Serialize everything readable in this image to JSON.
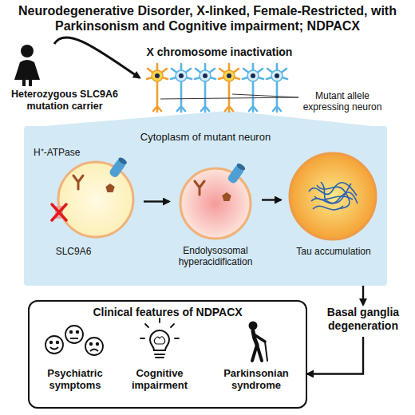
{
  "diagram": {
    "title": "Neurodegenerative Disorder, X-linked, Female-Restricted, with Parkinsonism and Cognitive impairment; NDPACX",
    "nodes": [
      {
        "text": [
          "Heterozygous SLC9A6 mutation carrier"
        ]
      },
      {
        "text": [
          "X chromosome inactivation"
        ]
      },
      {
        "text": [
          "Cytoplasm of mutant neuron"
        ]
      },
      {
        "text": [
          "H⁺-ATPase",
          "SLC9A6"
        ],
        "in": 2
      },
      {
        "text": [
          "Endolysosomal hyperacidification"
        ],
        "in": 2
      },
      {
        "text": [
          "Tau accumulation"
        ],
        "in": 2
      },
      {
        "text": [
          "Basal ganglia degeneration"
        ]
      },
      {
        "text": [
          "Clinical features of NDPACX"
        ]
      }
    ],
    "edges": [
      {
        "from": 0,
        "to": 1,
        "arrow": "to"
      },
      {
        "from": 3,
        "to": 4,
        "arrow": "to"
      },
      {
        "from": 4,
        "to": 5,
        "arrow": "to"
      },
      {
        "from": 2,
        "to": 6,
        "arrow": "to"
      },
      {
        "from": 6,
        "to": 7,
        "arrow": "to"
      }
    ],
    "labels": [
      "Mutant allele expressing neuron",
      "Psychiatric symptoms",
      "Cognitive impairment",
      "Parkinsonian syndrome"
    ]
  }
}
